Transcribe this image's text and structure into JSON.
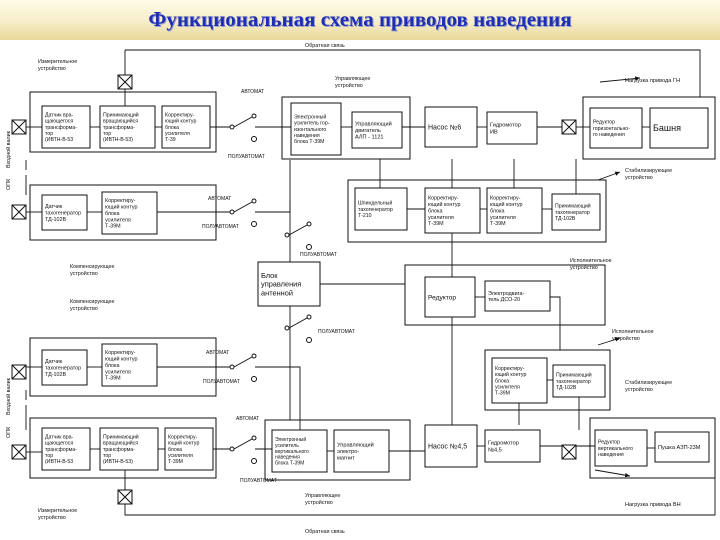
{
  "title": "Функциональная схема приводов наведения",
  "blocks": {
    "dat_vrashch_gn": [
      "Датчик вра-",
      "щающегося",
      "трансформа-",
      "тор",
      "(ИВТН-В-53"
    ],
    "prin_vrashch_gn": [
      "Принимающий",
      "вращающийся",
      "трансформа-",
      "тор",
      "(ИВТН-В-53)"
    ],
    "korr_gn": [
      "Корректиру-",
      "ющий контур",
      "блока",
      "усилителя",
      "Т-39"
    ],
    "el_usil_gn": [
      "Электронный",
      "усилитель гор-",
      "изонтального",
      "наведения",
      "блока Т-39М"
    ],
    "upr_dvig_gn": [
      "Управляющий",
      "двигатель",
      "АЛП - 1121"
    ],
    "nasos_gn": [
      "Насос №6"
    ],
    "gidromotor_gn": [
      "Гидромотор",
      "ИВ"
    ],
    "reduktor_gn": [
      "Редуктор",
      "горизонтально-",
      "го наведения"
    ],
    "boshnya": [
      "Башня"
    ],
    "dat_tacho_gn": [
      "Датчик",
      "тахогенератор",
      "ТД-102В"
    ],
    "korr_gn2": [
      "Корректиру-",
      "ющий контур",
      "блока",
      "усилителя",
      "Т-39М"
    ],
    "shpind_tacho": [
      "Шпиндельный",
      "тахогенератор",
      "Т-210"
    ],
    "korr_gn3": [
      "Корректиру-",
      "ющий контур",
      "блока",
      "усилителя",
      "Т-39М"
    ],
    "korr_gn4": [
      "Корректиру-",
      "ющий контур",
      "блока",
      "усилителя",
      "Т-39М"
    ],
    "prin_tacho_gn": [
      "Принимающий",
      "тахогенератор",
      "ТД-102В"
    ],
    "blok_upr": [
      "Блок",
      "управления",
      "антенной"
    ],
    "reduktor_mid": [
      "Редуктор"
    ],
    "el_dvig": [
      "Электродвига-",
      "тель ДСО-20"
    ],
    "dat_tacho_vn": [
      "Датчик",
      "тахогенератор",
      "ТД-102В"
    ],
    "korr_vn": [
      "Корректиру-",
      "ющий контур",
      "блока",
      "усилителя",
      "Т-39М"
    ],
    "korr_vn2": [
      "Корректиру-",
      "ющий контур",
      "блока",
      "усилителя",
      "Т-39М"
    ],
    "prin_tacho_vn": [
      "Принимающий",
      "тахогенератор",
      "ТД-102В"
    ],
    "dat_vrashch_vn": [
      "Датчик вра-",
      "щающегося",
      "трансформа-",
      "тор",
      "(ИВТН-В-53"
    ],
    "prin_vrashch_vn": [
      "Принимающий",
      "вращающийся",
      "трансформа-",
      "тор",
      "(ИВТН-В-53)"
    ],
    "korr_vn3": [
      "Корректиру-",
      "ющий контур",
      "блока",
      "усилителя",
      "Т-39М"
    ],
    "el_usil_vn": [
      "Электронный",
      "усилитель",
      "вертикального",
      "наведения",
      "блока Т-39М"
    ],
    "upr_el_magn": [
      "Управляющий",
      "электро-",
      "магнит"
    ],
    "nasos_vn": [
      "Насос №4,5"
    ],
    "gidromotor_vn": [
      "Гидромотор",
      "№4,5"
    ],
    "reduktor_vn": [
      "Редуктор",
      "вертикального",
      "наведения"
    ],
    "pushka": [
      "Пушка АЗП-23М"
    ]
  },
  "labels": {
    "obratnaya_svyaz": "Обратная связь",
    "izmeritelnoe": [
      "Измерительное",
      "устройство"
    ],
    "upravlyayushchee": [
      "Управляющее",
      "устройство"
    ],
    "nagruzka_gn": "Нагрузка привода ГН",
    "nagruzka_vn": "Нагрузка привода ВН",
    "stabiliziruyushchee": [
      "Стабилизирующее",
      "устройство"
    ],
    "kompensiruyushchee": [
      "Компенсирующее",
      "устройство"
    ],
    "ispolnitelnoe": [
      "Исполнительное",
      "устройство"
    ],
    "vkhodnoy_valik": "Входной валик",
    "opk": "ОПК",
    "avtomat": "АВТОМАТ",
    "poluavtomat": "ПОЛУАВТОМАТ"
  }
}
